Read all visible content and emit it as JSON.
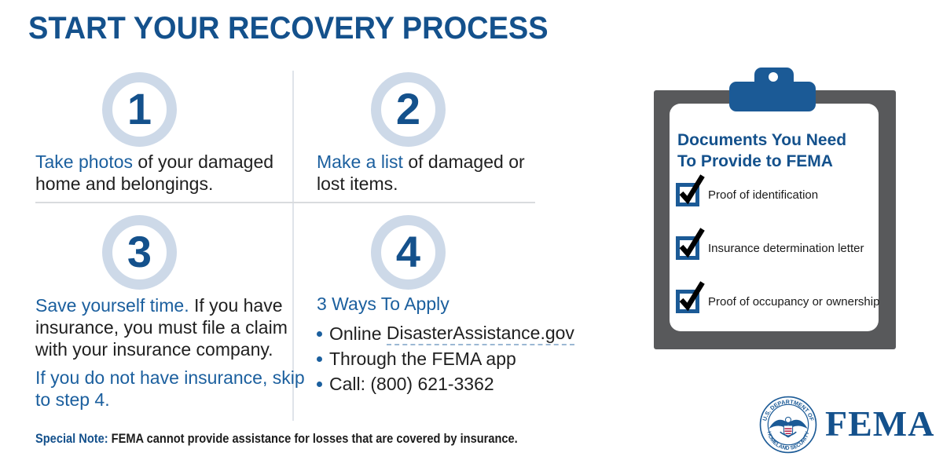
{
  "title": "START YOUR RECOVERY PROCESS",
  "colors": {
    "brand_blue": "#14518c",
    "link_blue": "#1b5f9e",
    "ring_light_blue": "#cdd9e8",
    "clip_blue": "#1b5a96",
    "board_gray": "#58595b",
    "text_dark": "#1f1f1f",
    "seal_red": "#b31942"
  },
  "steps": [
    {
      "number": "1",
      "highlight": "Take photos",
      "rest": " of your damaged home and belongings."
    },
    {
      "number": "2",
      "highlight": "Make a list",
      "rest": " of damaged or lost items."
    },
    {
      "number": "3",
      "highlight": "Save yourself time.",
      "rest": " If you have insurance, you must file a claim with your insurance company.",
      "note": "If you do not have insurance, skip to step 4."
    },
    {
      "number": "4",
      "heading": "3 Ways To Apply",
      "bullets": [
        {
          "prefix": "Online ",
          "link": "DisasterAssistance.gov"
        },
        {
          "text": "Through the FEMA app"
        },
        {
          "text": "Call: (800) 621-3362"
        }
      ]
    }
  ],
  "clipboard": {
    "heading_line1": "Documents You Need",
    "heading_line2": "To Provide to FEMA",
    "items": [
      "Proof of identification",
      "Insurance determination letter",
      "Proof of occupancy or ownership"
    ]
  },
  "special_note": {
    "label": "Special Note:",
    "text": " FEMA cannot provide assistance for losses that are covered by insurance."
  },
  "logo": {
    "wordmark": "FEMA",
    "seal_text_top": "U.S. DEPARTMENT OF",
    "seal_text_bottom": "HOMELAND SECURITY"
  }
}
